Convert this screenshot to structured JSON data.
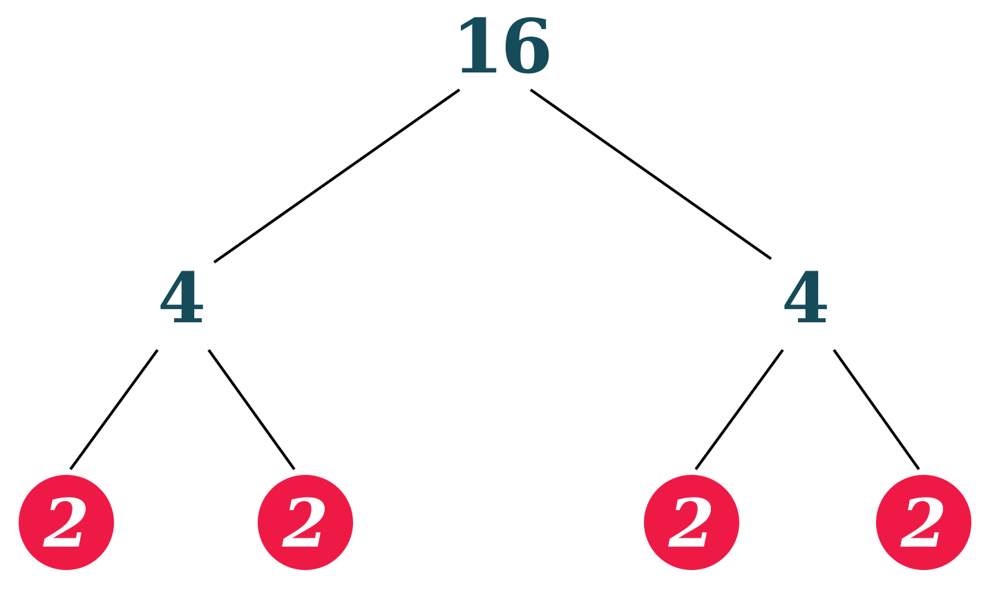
{
  "diagram": {
    "type": "factor-tree",
    "colors": {
      "composite": "#164b5a",
      "prime_fill": "#ee1a45",
      "prime_text": "#ffffff",
      "edge": "#000000"
    },
    "root": {
      "value": "16"
    },
    "level1": [
      {
        "value": "4"
      },
      {
        "value": "4"
      }
    ],
    "leaves": [
      {
        "value": "2",
        "prime": true
      },
      {
        "value": "2",
        "prime": true
      },
      {
        "value": "2",
        "prime": true
      },
      {
        "value": "2",
        "prime": true
      }
    ]
  }
}
